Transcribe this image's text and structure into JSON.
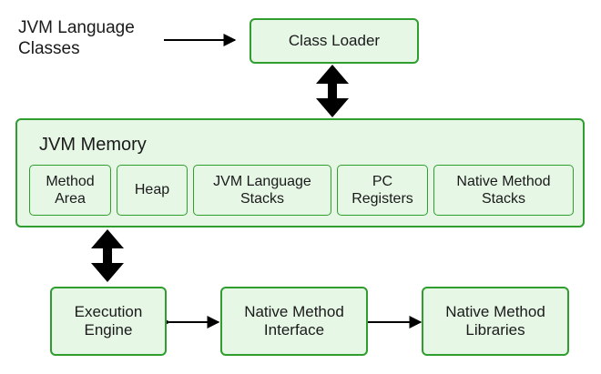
{
  "input_label": "JVM Language\nClasses",
  "class_loader": "Class Loader",
  "memory": {
    "title": "JVM Memory",
    "areas": [
      "Method\nArea",
      "Heap",
      "JVM Language\nStacks",
      "PC\nRegisters",
      "Native Method\nStacks"
    ]
  },
  "execution_engine": "Execution\nEngine",
  "native_interface": "Native Method\nInterface",
  "native_libraries": "Native Method\nLibraries",
  "colors": {
    "fill": "#e6f7e6",
    "border": "#2f9e2f",
    "arrow": "#000000"
  }
}
